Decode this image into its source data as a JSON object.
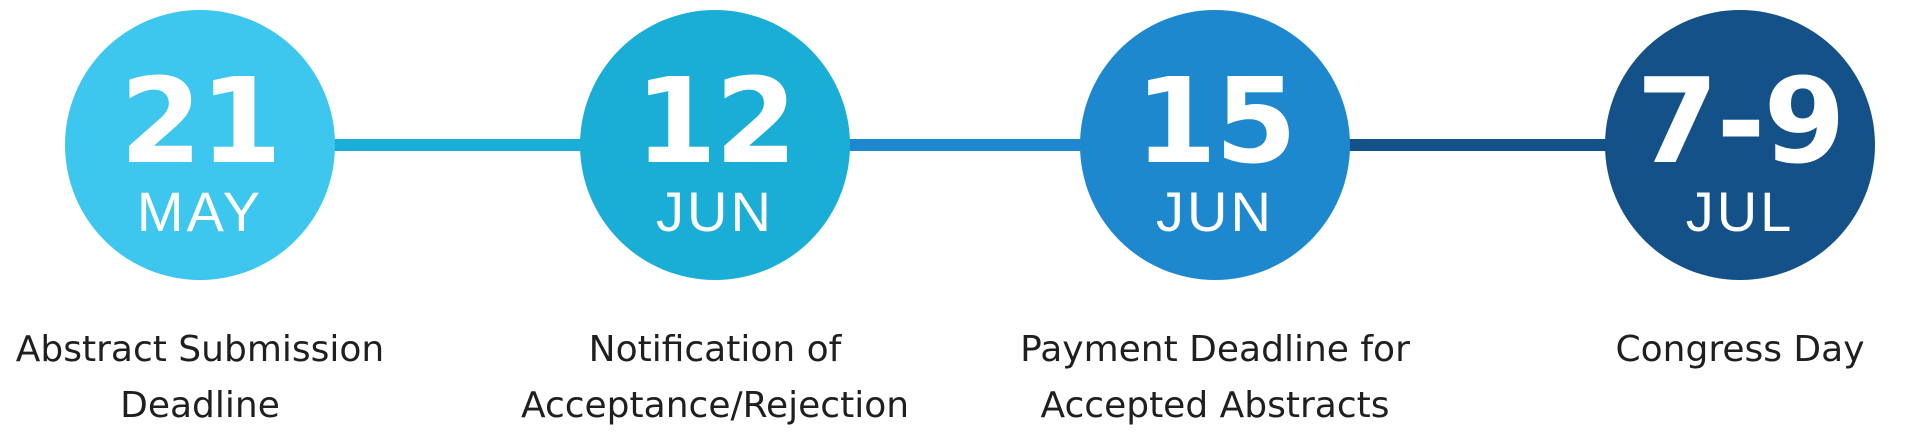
{
  "milestones": [
    {
      "day": "21",
      "month": "MAY",
      "caption_line1": "Abstract Submission",
      "caption_line2": "Deadline",
      "color": "#3DC6EE"
    },
    {
      "day": "12",
      "month": "JUN",
      "caption_line1": "Notification of",
      "caption_line2": "Acceptance/Rejection",
      "color": "#1AAED6"
    },
    {
      "day": "15",
      "month": "JUN",
      "caption_line1": "Payment Deadline for",
      "caption_line2": "Accepted Abstracts",
      "color": "#1E88CF"
    },
    {
      "day": "7-9",
      "month": "JUL",
      "caption_line1": "Congress Day",
      "caption_line2": "",
      "color": "#145189"
    }
  ],
  "connector_colors": [
    "#1AAED6",
    "#1E88CF",
    "#145189"
  ]
}
